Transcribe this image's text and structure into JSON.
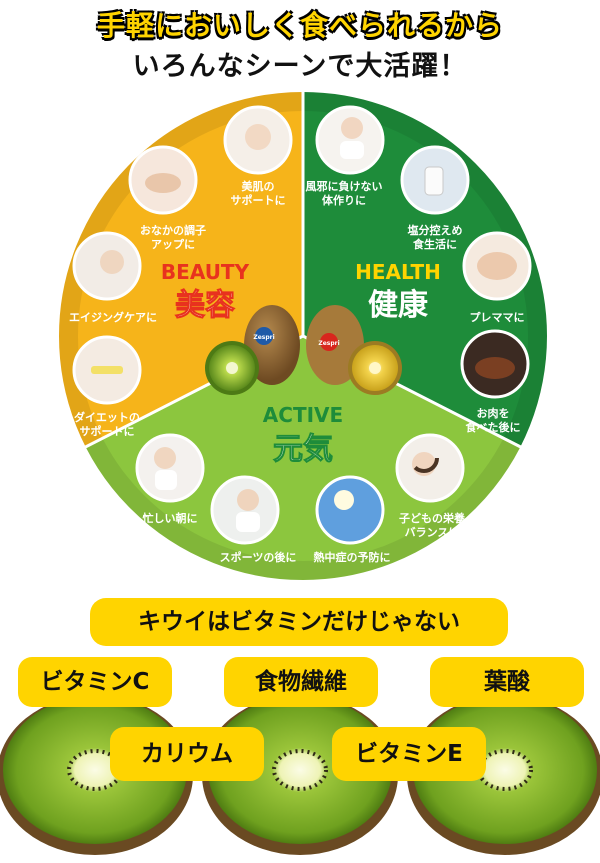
{
  "headline": {
    "line1": "手軽においしく食べられるから",
    "line2": "いろんなシーンで大活躍！"
  },
  "segments": {
    "beauty": {
      "en": "BEAUTY",
      "ja": "美容",
      "color": "#f6b41a",
      "title_color": "#e8321e"
    },
    "health": {
      "en": "HEALTH",
      "ja": "健康",
      "color": "#1e8c3a",
      "title_color": "#ffd400"
    },
    "active": {
      "en": "ACTIVE",
      "ja": "元気",
      "color": "#8cc63e",
      "title_color": "#1e8c3a"
    }
  },
  "scenes": {
    "beauty": [
      {
        "label_l1": "美肌の",
        "label_l2": "サポートに",
        "icon": "face-icon"
      },
      {
        "label_l1": "おなかの調子",
        "label_l2": "アップに",
        "icon": "belly-icon"
      },
      {
        "label_l1": "エイジングケアに",
        "label_l2": "",
        "icon": "mirror-icon"
      },
      {
        "label_l1": "ダイエットの",
        "label_l2": "サポートに",
        "icon": "tape-measure-icon"
      }
    ],
    "health": [
      {
        "label_l1": "風邪に負けない",
        "label_l2": "体作りに",
        "icon": "woman-icon"
      },
      {
        "label_l1": "塩分控えめ",
        "label_l2": "食生活に",
        "icon": "salt-shaker-icon"
      },
      {
        "label_l1": "プレママに",
        "label_l2": "",
        "icon": "pregnancy-icon"
      },
      {
        "label_l1": "お肉を",
        "label_l2": "食べた後に",
        "icon": "steak-icon"
      }
    ],
    "active": [
      {
        "label_l1": "忙しい朝に",
        "label_l2": "",
        "icon": "morning-icon"
      },
      {
        "label_l1": "スポーツの後に",
        "label_l2": "",
        "icon": "drinking-icon"
      },
      {
        "label_l1": "熱中症の予防に",
        "label_l2": "",
        "icon": "sun-icon"
      },
      {
        "label_l1": "子どもの栄養",
        "label_l2": "バランスに",
        "icon": "child-icon"
      }
    ]
  },
  "brand_sticker": "Zespri",
  "nutrients": {
    "title": "キウイはビタミンだけじゃない",
    "items": [
      "ビタミンC",
      "食物繊維",
      "葉酸",
      "カリウム",
      "ビタミンE"
    ]
  }
}
